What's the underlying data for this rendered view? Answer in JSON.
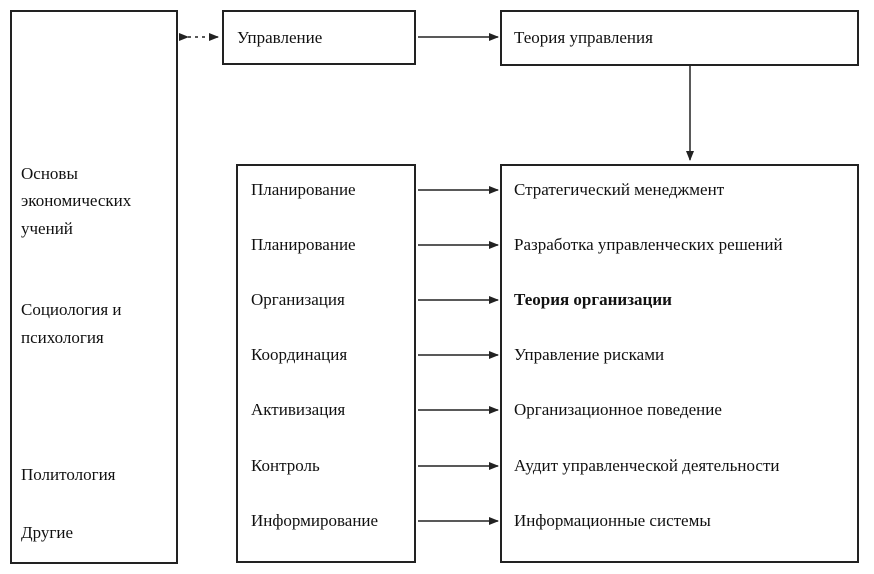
{
  "left_box": {
    "items": [
      "Основы",
      "экономических",
      "учений",
      "Социология и",
      "психология",
      "Политология",
      "Другие"
    ]
  },
  "top": {
    "management": "Управление",
    "theory": "Теория управления"
  },
  "functions": [
    "Планирование",
    "Планирование",
    "Организация",
    "Координация",
    "Активизация",
    "Контроль",
    "Информирование"
  ],
  "disciplines": [
    {
      "label": "Стратегический менеджмент",
      "bold": false
    },
    {
      "label": "Разработка управленческих решений",
      "bold": false
    },
    {
      "label": "Теория организации",
      "bold": true
    },
    {
      "label": "Управление рисками",
      "bold": false
    },
    {
      "label": "Организационное поведение",
      "bold": false
    },
    {
      "label": "Аудит управленческой деятельности",
      "bold": false
    },
    {
      "label": "Информационные системы",
      "bold": false
    }
  ]
}
